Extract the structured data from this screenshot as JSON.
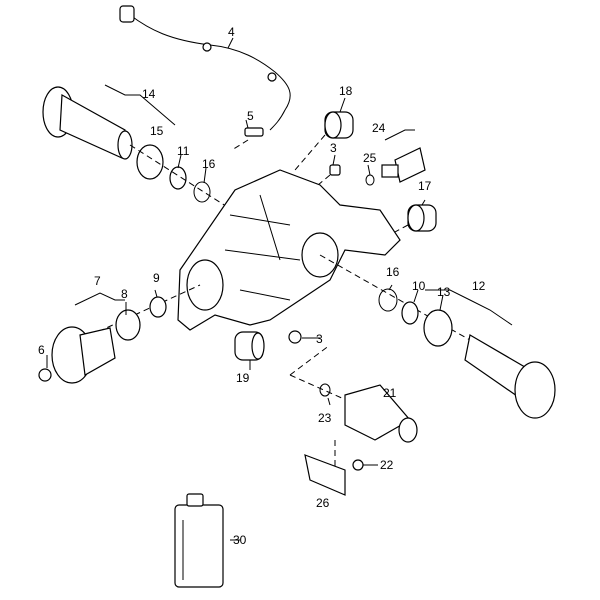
{
  "diagram": {
    "title": "Rear axle differential exploded view",
    "callouts": [
      "4",
      "5",
      "18",
      "14",
      "15",
      "11",
      "16",
      "3",
      "24",
      "25",
      "17",
      "7",
      "8",
      "9",
      "16",
      "10",
      "13",
      "12",
      "6",
      "3",
      "19",
      "21",
      "23",
      "22",
      "26",
      "30"
    ]
  }
}
